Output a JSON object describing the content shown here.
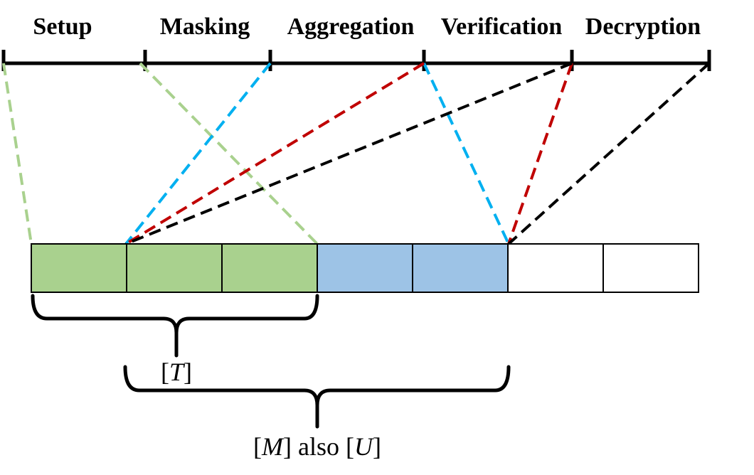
{
  "phases": [
    {
      "id": "setup",
      "label": "Setup"
    },
    {
      "id": "masking",
      "label": "Masking"
    },
    {
      "id": "aggregation",
      "label": "Aggregation"
    },
    {
      "id": "verification",
      "label": "Verification"
    },
    {
      "id": "decryption",
      "label": "Decryption"
    }
  ],
  "colors": {
    "green_fill": "#a9d18e",
    "blue_fill": "#9dc3e6",
    "white_fill": "#ffffff",
    "line_green": "#a9d18e",
    "line_blue": "#00b0f0",
    "line_red": "#c00000",
    "line_black": "#000000"
  },
  "cells": [
    {
      "fill": "green"
    },
    {
      "fill": "green"
    },
    {
      "fill": "green"
    },
    {
      "fill": "blue"
    },
    {
      "fill": "blue"
    },
    {
      "fill": "white"
    },
    {
      "fill": "white"
    }
  ],
  "braces": {
    "t": {
      "open": "[",
      "var": "T",
      "close": "]"
    },
    "mu": {
      "open": "[",
      "var1": "M",
      "mid": "] also [",
      "var2": "U",
      "close": "]"
    }
  }
}
